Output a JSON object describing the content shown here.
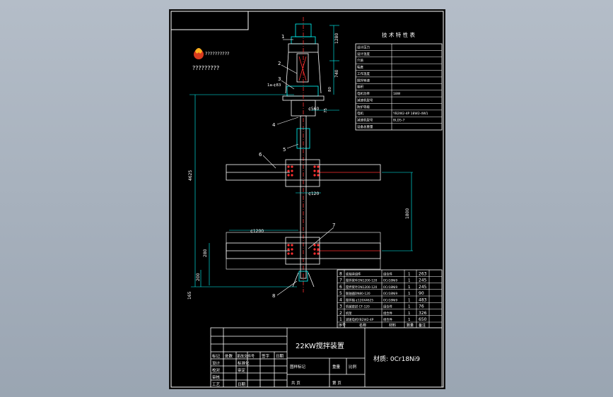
{
  "drawing": {
    "title": "22KW搅拌装置",
    "material": "材质: 0Cr18Ni9",
    "logo_caption": "?????????",
    "logo_text": "??????????"
  },
  "tech_table": {
    "title": "技 术 特 性 表",
    "rows": [
      {
        "label": "设计压力",
        "value": ""
      },
      {
        "label": "设计温度",
        "value": ""
      },
      {
        "label": "介质",
        "value": ""
      },
      {
        "label": "粘度",
        "value": ""
      },
      {
        "label": "工作温度",
        "value": ""
      },
      {
        "label": "搅拌转速",
        "value": ""
      },
      {
        "label": "容积",
        "value": ""
      },
      {
        "label": "电机功率",
        "value": "18W"
      },
      {
        "label": "减速机型号",
        "value": ""
      },
      {
        "label": "防护等级",
        "value": ""
      },
      {
        "label": "电机",
        "value": "YB2W2-4P   18W2-4W1"
      },
      {
        "label": "减速机型号",
        "value": "BLD5-7"
      },
      {
        "label": "设备总重量",
        "value": ""
      }
    ]
  },
  "parts": [
    {
      "no": "8",
      "name": "底轴承组件",
      "material": "组合件",
      "qty": "1",
      "mass": "263"
    },
    {
      "no": "7",
      "name": "搅拌桨叶DN1200-120",
      "material": "0Cr18Ni9",
      "qty": "1",
      "mass": "245"
    },
    {
      "no": "6",
      "name": "搅拌桨叶DN1200-120",
      "material": "0Cr18Ni9",
      "qty": "1",
      "mass": "245"
    },
    {
      "no": "5",
      "name": "联轴器DN80-120",
      "material": "0Cr18Ni9",
      "qty": "1",
      "mass": "90"
    },
    {
      "no": "4",
      "name": "搅拌轴 ¢120X4625",
      "material": "0Cr18Ni9",
      "qty": "1",
      "mass": "483"
    },
    {
      "no": "3",
      "name": "机械密封 CF-120",
      "material": "组合件",
      "qty": "1",
      "mass": "76"
    },
    {
      "no": "2",
      "name": "机架",
      "material": "组合件",
      "qty": "1",
      "mass": "326"
    },
    {
      "no": "1",
      "name": "减速电机YB2W2-4P",
      "material": "组合件",
      "qty": "1",
      "mass": "650"
    }
  ],
  "parts_header": [
    "序号",
    "名称",
    "材料",
    "数量",
    "备注"
  ],
  "title_block": {
    "labels": [
      "设计",
      "校对",
      "审核",
      "工艺",
      "标记",
      "处数",
      "更改文件号",
      "签字",
      "日期",
      "标准化",
      "审定",
      "日期"
    ],
    "stage_label": "图样标记",
    "mass_label": "重量",
    "scale_label": "比例",
    "sheets_total": "共 页",
    "sheet_no": "第 页"
  },
  "dimensions": {
    "d_560": "¢560",
    "d_120": "¢120",
    "d_1200": "¢1200",
    "overall": "4625",
    "spacing": "1800",
    "top": "1280",
    "mid": "740",
    "mid2": "80",
    "mid3": "75",
    "h_280": "280",
    "h_200": "200",
    "h_165": "165",
    "flange": "1a-¢83"
  },
  "callouts": [
    "1",
    "2",
    "3",
    "4",
    "5",
    "6",
    "7",
    "8"
  ]
}
